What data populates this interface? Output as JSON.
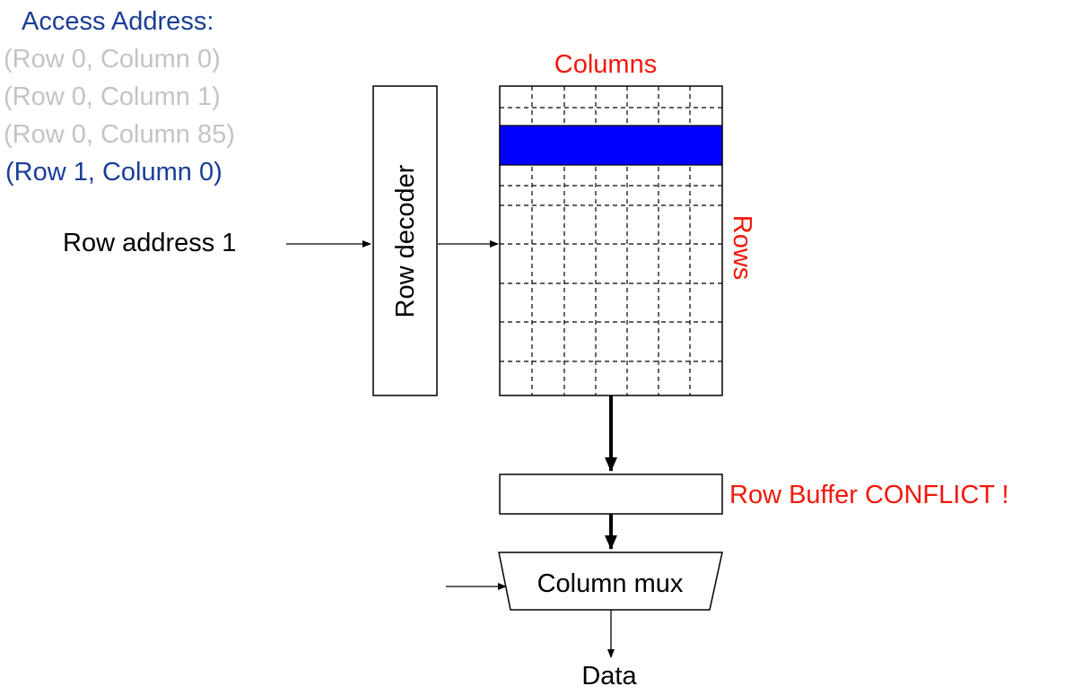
{
  "access": {
    "title": "Access Address:",
    "addresses": [
      {
        "text": "(Row 0, Column 0)",
        "state": "past",
        "color": "#c4c4c4"
      },
      {
        "text": "(Row 0, Column 1)",
        "state": "past",
        "color": "#c4c4c4"
      },
      {
        "text": "(Row 0, Column 85)",
        "state": "past",
        "color": "#c4c4c4"
      },
      {
        "text": "(Row 1, Column 0)",
        "state": "current",
        "color": "#1a3d97"
      }
    ]
  },
  "diagram": {
    "row_address_label": "Row address 1",
    "row_decoder_label": "Row decoder",
    "columns_label": "Columns",
    "rows_label": "Rows",
    "row_buffer_label": "Row Buffer  CONFLICT !",
    "column_mux_label": "Column mux",
    "data_label": "Data",
    "highlighted_row_color": "#0000ff",
    "label_color": "#f2180c"
  }
}
